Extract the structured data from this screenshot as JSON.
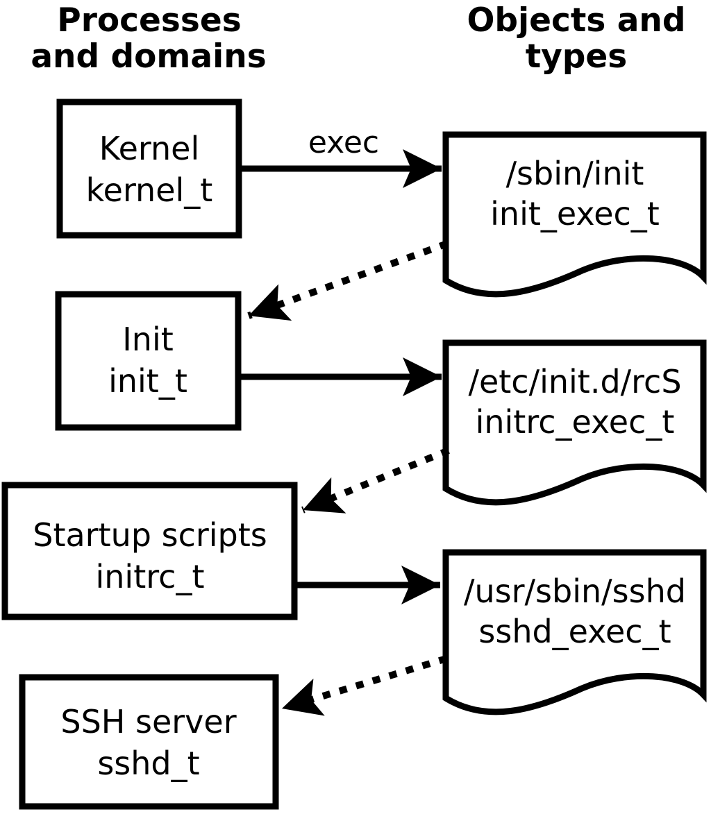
{
  "diagram": {
    "columns": {
      "left": {
        "line1": "Processes",
        "line2": "and domains"
      },
      "right": {
        "line1": "Objects and",
        "line2": "types"
      }
    },
    "process_boxes": [
      {
        "label": "Kernel",
        "type": "kernel_t"
      },
      {
        "label": "Init",
        "type": "init_t"
      },
      {
        "label": "Startup scripts",
        "type": "initrc_t"
      },
      {
        "label": "SSH server",
        "type": "sshd_t"
      }
    ],
    "object_docs": [
      {
        "label": "/sbin/init",
        "type": "init_exec_t"
      },
      {
        "label": "/etc/init.d/rcS",
        "type": "initrc_exec_t"
      },
      {
        "label": "/usr/sbin/sshd",
        "type": "sshd_exec_t"
      }
    ],
    "edge_labels": {
      "exec": "exec"
    },
    "colors": {
      "foreground": "#000000",
      "background": "#ffffff"
    }
  }
}
